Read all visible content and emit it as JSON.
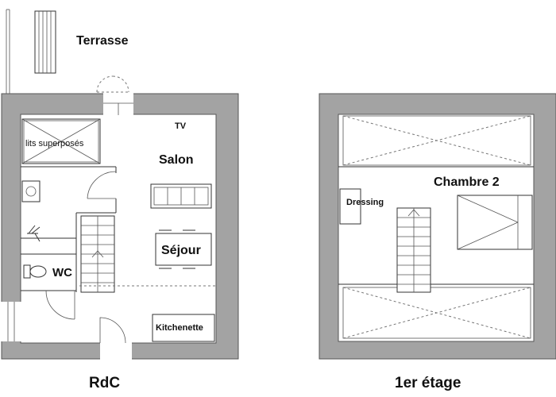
{
  "labels": {
    "terrasse": "Terrasse",
    "lits": "lits superposés",
    "tv": "TV",
    "salon": "Salon",
    "sejour": "Séjour",
    "wc": "WC",
    "kitchenette": "Kitchenette",
    "rdc": "RdC",
    "chambre2": "Chambre 2",
    "dressing": "Dressing",
    "etage": "1er étage"
  }
}
